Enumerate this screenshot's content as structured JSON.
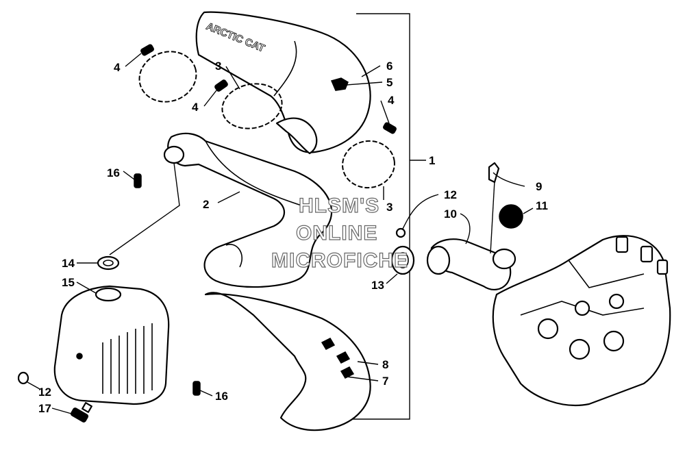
{
  "diagram": {
    "type": "exploded-parts-diagram",
    "muffler_lettering": "ARCTIC CAT",
    "watermark_lines": [
      "HLSM'S",
      "ONLINE",
      "MICROFICHE"
    ],
    "callouts": [
      {
        "id": "c1",
        "label": "1"
      },
      {
        "id": "c2",
        "label": "2"
      },
      {
        "id": "c3a",
        "label": "3"
      },
      {
        "id": "c3b",
        "label": "3"
      },
      {
        "id": "c4a",
        "label": "4"
      },
      {
        "id": "c4b",
        "label": "4"
      },
      {
        "id": "c4c",
        "label": "4"
      },
      {
        "id": "c5",
        "label": "5"
      },
      {
        "id": "c6",
        "label": "6"
      },
      {
        "id": "c7",
        "label": "7"
      },
      {
        "id": "c8",
        "label": "8"
      },
      {
        "id": "c9",
        "label": "9"
      },
      {
        "id": "c10",
        "label": "10"
      },
      {
        "id": "c11",
        "label": "11"
      },
      {
        "id": "c12a",
        "label": "12"
      },
      {
        "id": "c12b",
        "label": "12"
      },
      {
        "id": "c13",
        "label": "13"
      },
      {
        "id": "c14",
        "label": "14"
      },
      {
        "id": "c15",
        "label": "15"
      },
      {
        "id": "c16a",
        "label": "16"
      },
      {
        "id": "c16b",
        "label": "16"
      },
      {
        "id": "c17",
        "label": "17"
      }
    ]
  }
}
